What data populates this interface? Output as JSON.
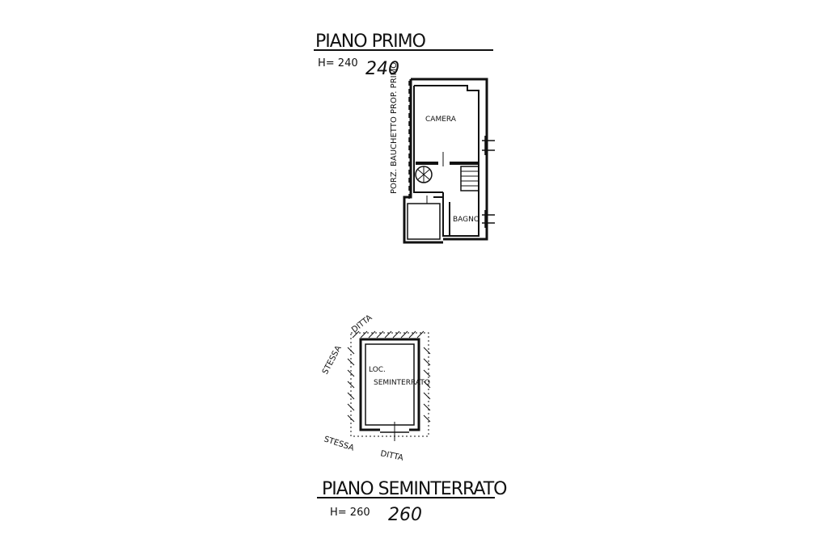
{
  "upper_floor": {
    "title": "PIANO PRIMO",
    "height_note": "H= 240",
    "height_value": "240",
    "rooms": {
      "camera": "CAMERA",
      "bagno": "BAGNO"
    },
    "side_note": "PORZ. BAUCHETTO PROP. PRIMO"
  },
  "lower_floor": {
    "title": "PIANO SEMINTERRATO",
    "height_note": "H= 260",
    "height_value": "260",
    "rooms": {
      "locale_line1": "LOC.",
      "locale_line2": "SEMINTERRATO"
    },
    "neighbors": {
      "top_word1": "STESSA",
      "top_word2": "DITTA",
      "bottom_word1": "STESSA",
      "bottom_word2": "DITTA"
    }
  },
  "colors": {
    "ink": "#111111",
    "paper": "#ffffff"
  }
}
